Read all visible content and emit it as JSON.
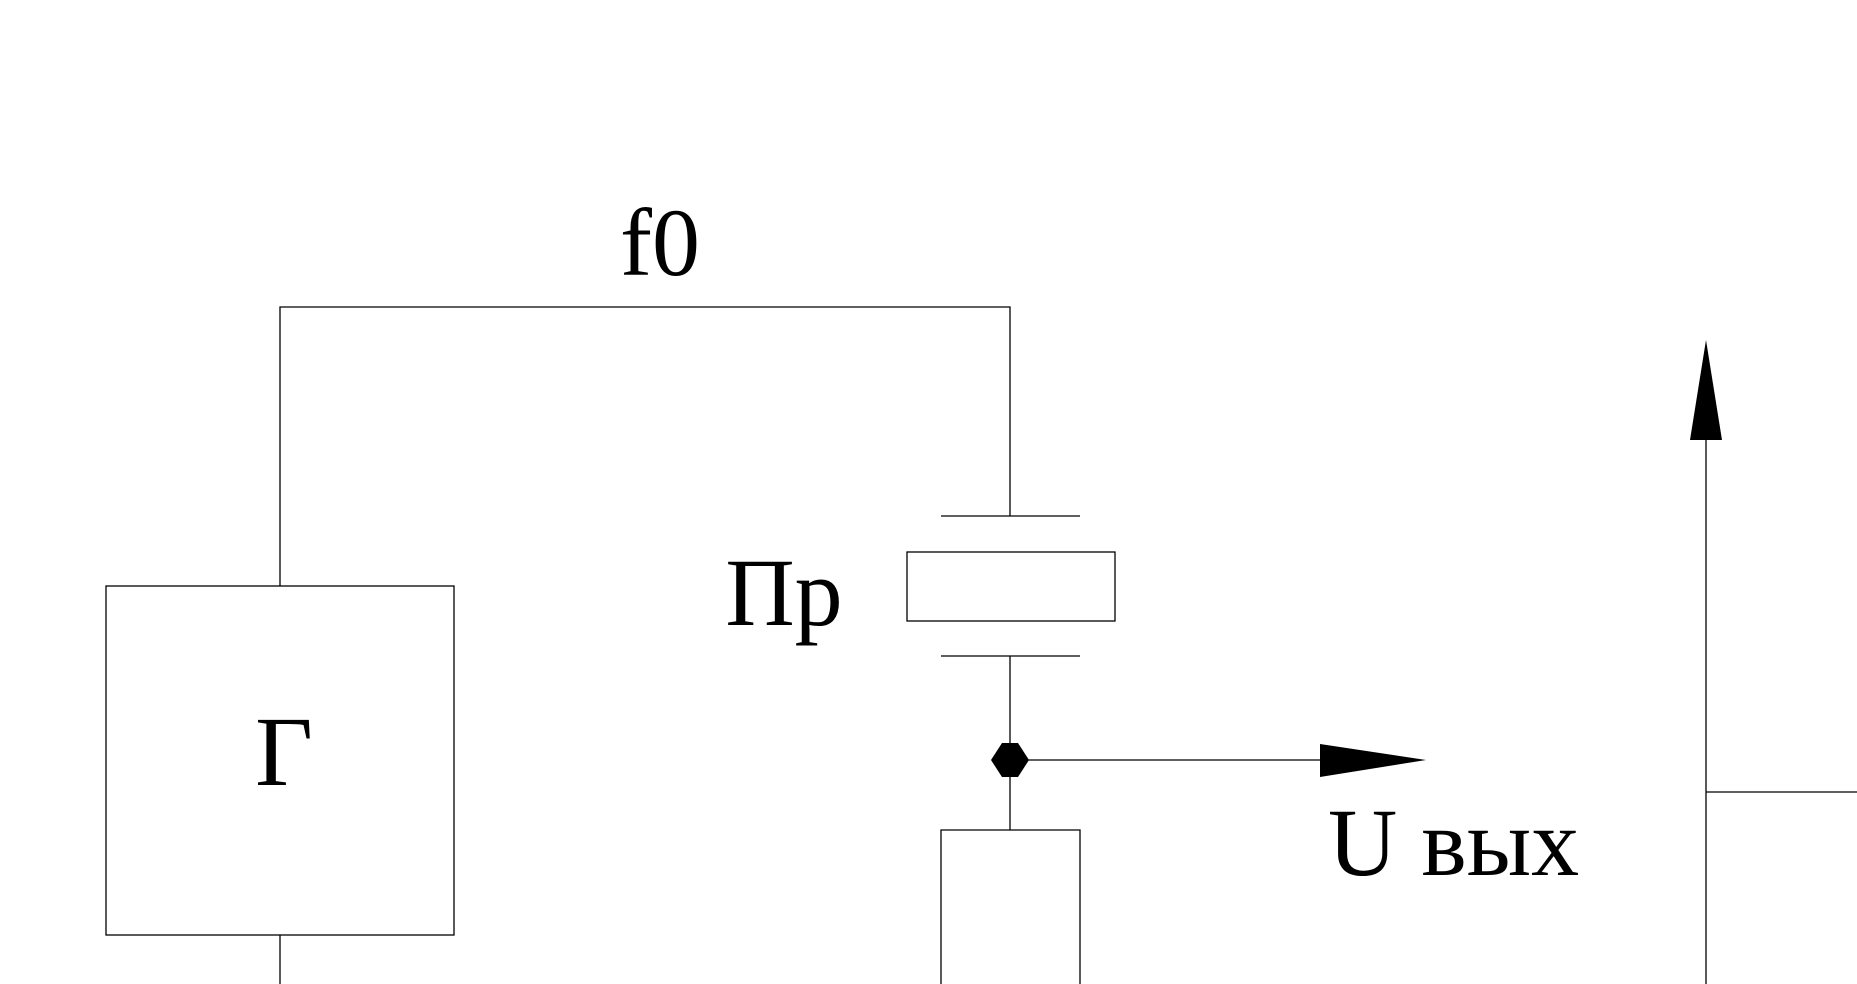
{
  "diagram": {
    "labels": {
      "top_wire": "f0",
      "generator": "Г",
      "fuse": "Пр",
      "output": "U вых"
    },
    "colors": {
      "line": "#000000",
      "background": "#ffffff"
    }
  }
}
